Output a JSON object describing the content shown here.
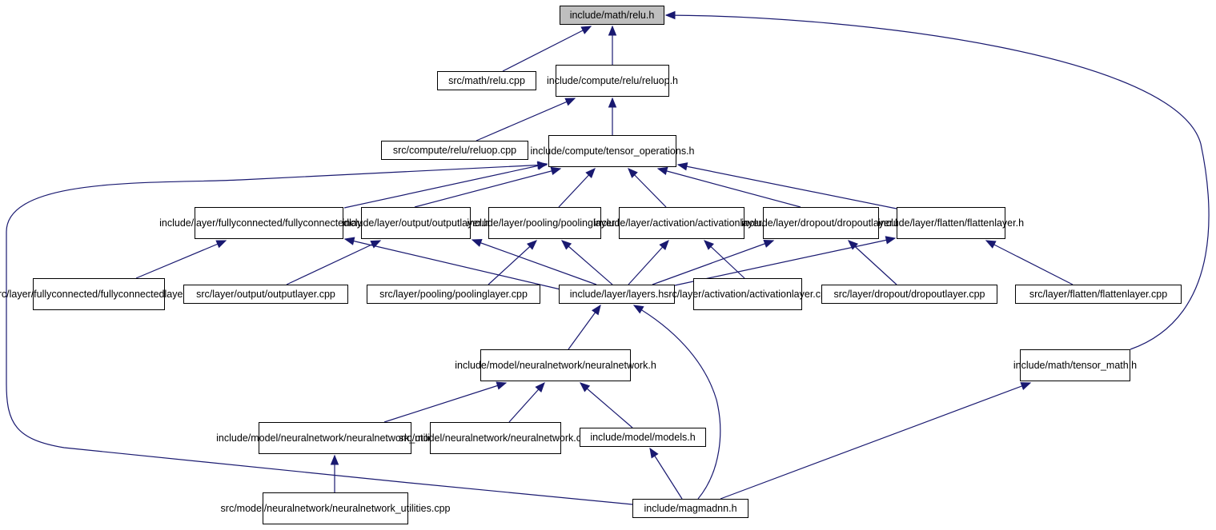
{
  "colors": {
    "edge": "#191970",
    "root_fill": "#bfbfbf",
    "node_fill": "#ffffff",
    "border": "#000000"
  },
  "nodes": [
    {
      "id": "relu_h",
      "lines": [
        "include/math/relu.h"
      ],
      "root": true
    },
    {
      "id": "relu_cpp",
      "lines": [
        "src/math/relu.cpp"
      ]
    },
    {
      "id": "reluop_h",
      "lines": [
        "include/compute/relu",
        "/reluop.h"
      ]
    },
    {
      "id": "reluop_cpp",
      "lines": [
        "src/compute/relu/reluop.cpp"
      ]
    },
    {
      "id": "tensor_ops_h",
      "lines": [
        "include/compute/tensor",
        "_operations.h"
      ]
    },
    {
      "id": "fc_h",
      "lines": [
        "include/layer/fullyconnected",
        "/fullyconnectedlayer.h"
      ]
    },
    {
      "id": "output_h",
      "lines": [
        "include/layer/output",
        "/outputlayer.h"
      ]
    },
    {
      "id": "pooling_h",
      "lines": [
        "include/layer/pooling",
        "/poolinglayer.h"
      ]
    },
    {
      "id": "activation_h",
      "lines": [
        "include/layer/activation",
        "/activationlayer.h"
      ]
    },
    {
      "id": "dropout_h",
      "lines": [
        "include/layer/dropout",
        "/dropoutlayer.h"
      ]
    },
    {
      "id": "flatten_h",
      "lines": [
        "include/layer/flatten",
        "/flattenlayer.h"
      ]
    },
    {
      "id": "fc_cpp",
      "lines": [
        "src/layer/fullyconnected",
        "/fullyconnectedlayer.cpp"
      ]
    },
    {
      "id": "output_cpp",
      "lines": [
        "src/layer/output/outputlayer.cpp"
      ]
    },
    {
      "id": "pooling_cpp",
      "lines": [
        "src/layer/pooling/poolinglayer.cpp"
      ]
    },
    {
      "id": "layers_h",
      "lines": [
        "include/layer/layers.h"
      ]
    },
    {
      "id": "activation_cpp",
      "lines": [
        "src/layer/activation",
        "/activationlayer.cpp"
      ]
    },
    {
      "id": "dropout_cpp",
      "lines": [
        "src/layer/dropout/dropoutlayer.cpp"
      ]
    },
    {
      "id": "flatten_cpp",
      "lines": [
        "src/layer/flatten/flattenlayer.cpp"
      ]
    },
    {
      "id": "nn_h",
      "lines": [
        "include/model/neuralnetwork",
        "/neuralnetwork.h"
      ]
    },
    {
      "id": "tensor_math_h",
      "lines": [
        "include/math/tensor",
        "_math.h"
      ]
    },
    {
      "id": "nn_util_h",
      "lines": [
        "include/model/neuralnetwork",
        "/neuralnetwork_utilities.h"
      ]
    },
    {
      "id": "nn_cpp",
      "lines": [
        "src/model/neuralnetwork",
        "/neuralnetwork.cpp"
      ]
    },
    {
      "id": "models_h",
      "lines": [
        "include/model/models.h"
      ]
    },
    {
      "id": "nn_util_cpp",
      "lines": [
        "src/model/neuralnetwork",
        "/neuralnetwork_utilities.cpp"
      ]
    },
    {
      "id": "magmadnn_h",
      "lines": [
        "include/magmadnn.h"
      ]
    }
  ],
  "edges": [
    {
      "from": "relu_cpp",
      "to": "relu_h"
    },
    {
      "from": "reluop_h",
      "to": "relu_h"
    },
    {
      "from": "tensor_math_h",
      "to": "relu_h"
    },
    {
      "from": "reluop_cpp",
      "to": "reluop_h"
    },
    {
      "from": "tensor_ops_h",
      "to": "reluop_h"
    },
    {
      "from": "magmadnn_h",
      "to": "tensor_ops_h"
    },
    {
      "from": "fc_h",
      "to": "tensor_ops_h"
    },
    {
      "from": "output_h",
      "to": "tensor_ops_h"
    },
    {
      "from": "pooling_h",
      "to": "tensor_ops_h"
    },
    {
      "from": "activation_h",
      "to": "tensor_ops_h"
    },
    {
      "from": "dropout_h",
      "to": "tensor_ops_h"
    },
    {
      "from": "flatten_h",
      "to": "tensor_ops_h"
    },
    {
      "from": "fc_cpp",
      "to": "fc_h"
    },
    {
      "from": "layers_h",
      "to": "fc_h"
    },
    {
      "from": "output_cpp",
      "to": "output_h"
    },
    {
      "from": "layers_h",
      "to": "output_h"
    },
    {
      "from": "pooling_cpp",
      "to": "pooling_h"
    },
    {
      "from": "layers_h",
      "to": "pooling_h"
    },
    {
      "from": "layers_h",
      "to": "activation_h"
    },
    {
      "from": "activation_cpp",
      "to": "activation_h"
    },
    {
      "from": "layers_h",
      "to": "dropout_h"
    },
    {
      "from": "dropout_cpp",
      "to": "dropout_h"
    },
    {
      "from": "layers_h",
      "to": "flatten_h"
    },
    {
      "from": "flatten_cpp",
      "to": "flatten_h"
    },
    {
      "from": "nn_h",
      "to": "layers_h"
    },
    {
      "from": "magmadnn_h",
      "to": "layers_h"
    },
    {
      "from": "nn_util_h",
      "to": "nn_h"
    },
    {
      "from": "nn_cpp",
      "to": "nn_h"
    },
    {
      "from": "models_h",
      "to": "nn_h"
    },
    {
      "from": "nn_util_cpp",
      "to": "nn_util_h"
    },
    {
      "from": "magmadnn_h",
      "to": "models_h"
    },
    {
      "from": "magmadnn_h",
      "to": "tensor_math_h"
    }
  ]
}
